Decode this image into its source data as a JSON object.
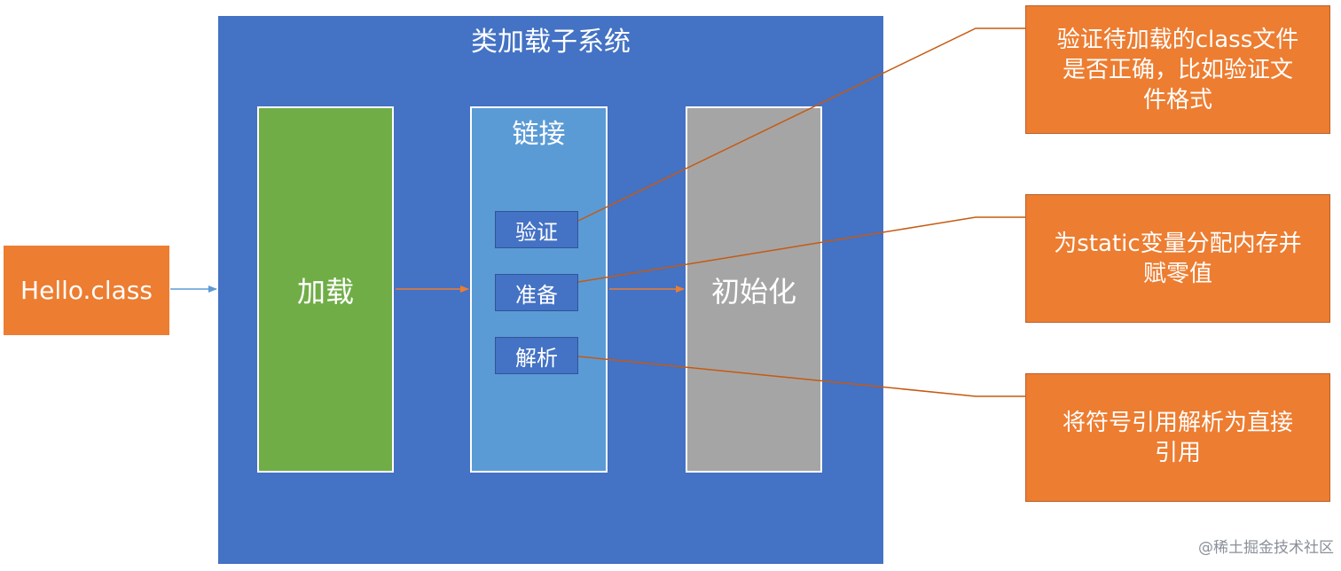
{
  "subsystem": {
    "title": "类加载子系统"
  },
  "input": {
    "label": "Hello.class"
  },
  "stages": {
    "load": "加载",
    "link": "链接",
    "init": "初始化"
  },
  "link_steps": {
    "verify": "验证",
    "prepare": "准备",
    "resolve": "解析"
  },
  "notes": {
    "verify": [
      "验证待加载的class文件",
      "是否正确，比如验证文",
      "件格式"
    ],
    "prepare": [
      "为static变量分配内存并",
      "赋零值"
    ],
    "resolve": [
      "将符号引用解析为直接",
      "引用"
    ]
  },
  "colors": {
    "subsystem": "#4472C4",
    "load": "#70AD47",
    "link": "#5B9BD5",
    "init": "#A5A5A5",
    "note": "#ED7D31",
    "arrow_input": "#5B9BD5",
    "arrow_flow": "#ED7D31",
    "callout_line": "#C55A11"
  },
  "watermark": "@稀土掘金技术社区"
}
